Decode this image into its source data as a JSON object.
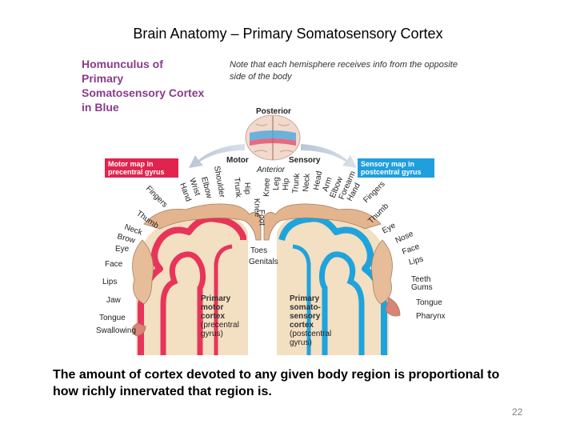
{
  "title": "Brain Anatomy – Primary Somatosensory Cortex",
  "figure": {
    "heading_lines": [
      "Homunculus of",
      "Primary",
      "Somatosensory Cortex",
      "in Blue"
    ],
    "note_lines": [
      "Note that each hemisphere receives info from the opposite",
      "side of the body"
    ],
    "posterior": "Posterior",
    "anterior": "Anterior",
    "motor": "Motor",
    "sensory": "Sensory",
    "motor_box_lines": [
      "Motor map in",
      "precentral gyrus"
    ],
    "sensory_box_lines": [
      "Sensory map in",
      "postcentral gyrus"
    ],
    "motor_top_labels": [
      "Hand",
      "Wrist",
      "Elbow",
      "Shoulder",
      "Trunk",
      "Hip",
      "Knee"
    ],
    "sensory_top_labels": [
      "Knee",
      "Leg",
      "Hip",
      "Trunk",
      "Neck",
      "Head",
      "Arm",
      "Elbow",
      "Forearm",
      "Hand"
    ],
    "motor_side_labels": [
      "Fingers",
      "Thumb",
      "Neck",
      "Brow",
      "Eye",
      "Face",
      "Lips",
      "Jaw",
      "Tongue",
      "Swallowing"
    ],
    "sensory_side_labels": [
      "Fingers",
      "Thumb",
      "Eye",
      "Nose",
      "Face",
      "Lips",
      "Teeth",
      "Gums",
      "Tongue",
      "Pharynx"
    ],
    "center_labels": [
      "Foot",
      "Toes",
      "Genitals"
    ],
    "motor_cortex_lines": [
      "Primary",
      "motor",
      "cortex",
      "(precentral",
      "gyrus)"
    ],
    "sensory_cortex_lines": [
      "Primary",
      "somato-",
      "sensory",
      "cortex",
      "(postcentral",
      "gyrus)"
    ],
    "colors": {
      "motor": "#e8345a",
      "sensory": "#1fa3dc",
      "tissue": "#f3dfc1",
      "heading": "#8a3c8a"
    }
  },
  "caption": "The amount of cortex devoted to any given body region is proportional to how richly innervated that region is.",
  "page_number": "22"
}
